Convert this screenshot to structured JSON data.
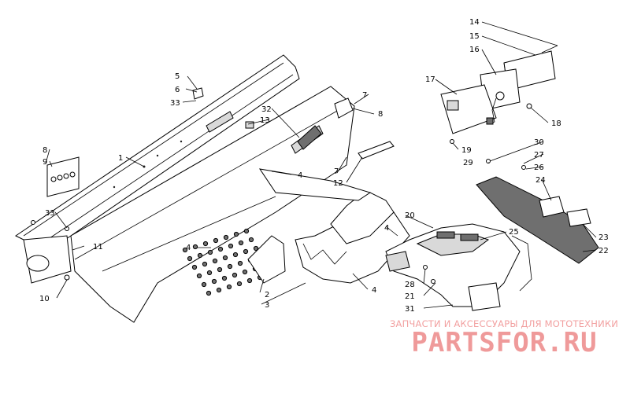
{
  "callouts": {
    "c1": "1",
    "c2": "2",
    "c3": "3",
    "c4a": "4",
    "c4b": "4",
    "c4c": "4",
    "c4d": "4",
    "c5": "5",
    "c6": "6",
    "c7a": "7",
    "c7b": "7",
    "c8a": "8",
    "c8b": "8",
    "c9": "9",
    "c10": "10",
    "c11": "11",
    "c12": "12",
    "c13": "13",
    "c14": "14",
    "c15": "15",
    "c16": "16",
    "c17": "17",
    "c18": "18",
    "c19": "19",
    "c20": "20",
    "c21": "21",
    "c22": "22",
    "c23": "23",
    "c24": "24",
    "c25": "25",
    "c26": "26",
    "c27": "27",
    "c28": "28",
    "c29": "29",
    "c30": "30",
    "c31": "31",
    "c32": "32",
    "c33a": "33",
    "c33b": "33"
  },
  "watermark": {
    "tagline": "ЗАПЧАСТИ И АКСЕССУАРЫ ДЛЯ МОТОТЕХНИКИ",
    "brand": "PARTSFOR.RU",
    "color": "#ef9a9a"
  }
}
